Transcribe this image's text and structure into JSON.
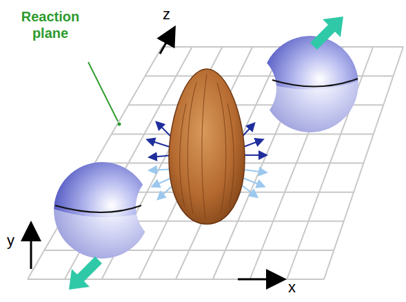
{
  "diagram": {
    "labels": [
      "Reaction plane",
      "z",
      "y",
      "x"
    ]
  }
}
